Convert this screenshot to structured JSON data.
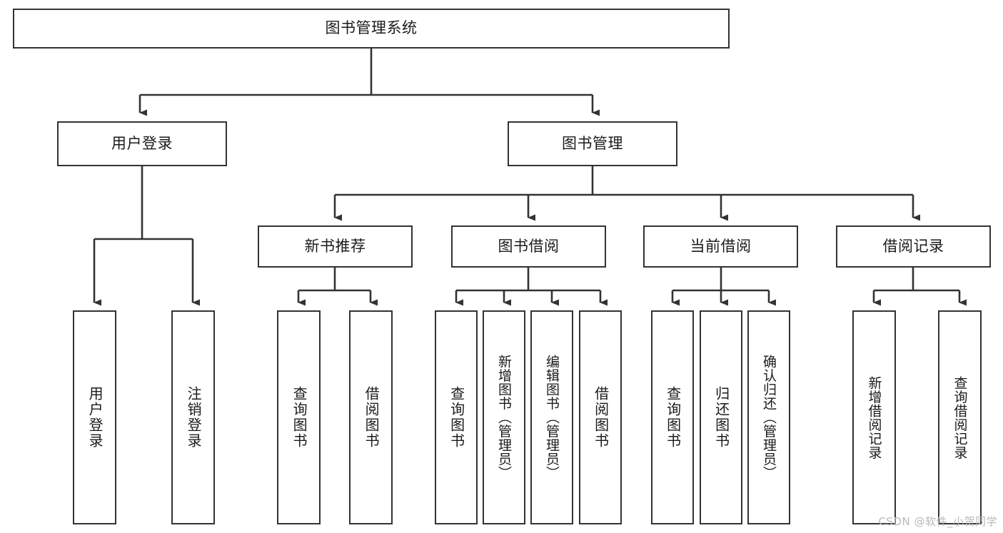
{
  "diagram": {
    "type": "tree-hierarchy",
    "title": "图书管理系统",
    "watermark": "CSDN @软件_小贺同学",
    "colors": {
      "stroke": "#333333",
      "background": "#ffffff",
      "text": "#1b1b1b",
      "watermark": "#b9b9b9"
    },
    "nodes": {
      "root": {
        "label": "图书管理系统"
      },
      "level2": [
        {
          "id": "user-login",
          "label": "用户登录"
        },
        {
          "id": "book-management",
          "label": "图书管理"
        }
      ],
      "level3": [
        {
          "id": "new-book-recommend",
          "label": "新书推荐"
        },
        {
          "id": "book-borrow",
          "label": "图书借阅"
        },
        {
          "id": "current-borrow",
          "label": "当前借阅"
        },
        {
          "id": "borrow-record",
          "label": "借阅记录"
        }
      ],
      "leaves": [
        {
          "id": "leaf-user-login",
          "label": "用户登录",
          "parent": "user-login"
        },
        {
          "id": "leaf-user-logout",
          "label": "注销登录",
          "parent": "user-login"
        },
        {
          "id": "leaf-query-book-1",
          "label": "查询图书",
          "parent": "new-book-recommend"
        },
        {
          "id": "leaf-borrow-book-1",
          "label": "借阅图书",
          "parent": "new-book-recommend"
        },
        {
          "id": "leaf-query-book-2",
          "label": "查询图书",
          "parent": "book-borrow"
        },
        {
          "id": "leaf-add-book",
          "label": "新增图书（管理员）",
          "parent": "book-borrow"
        },
        {
          "id": "leaf-edit-book",
          "label": "编辑图书（管理员）",
          "parent": "book-borrow"
        },
        {
          "id": "leaf-borrow-book-2",
          "label": "借阅图书",
          "parent": "book-borrow"
        },
        {
          "id": "leaf-query-book-3",
          "label": "查询图书",
          "parent": "current-borrow"
        },
        {
          "id": "leaf-return-book",
          "label": "归还图书",
          "parent": "current-borrow"
        },
        {
          "id": "leaf-confirm-return",
          "label": "确认归还（管理员）",
          "parent": "current-borrow"
        },
        {
          "id": "leaf-add-record",
          "label": "新增借阅记录",
          "parent": "borrow-record"
        },
        {
          "id": "leaf-query-record",
          "label": "查询借阅记录",
          "parent": "borrow-record"
        }
      ]
    }
  }
}
